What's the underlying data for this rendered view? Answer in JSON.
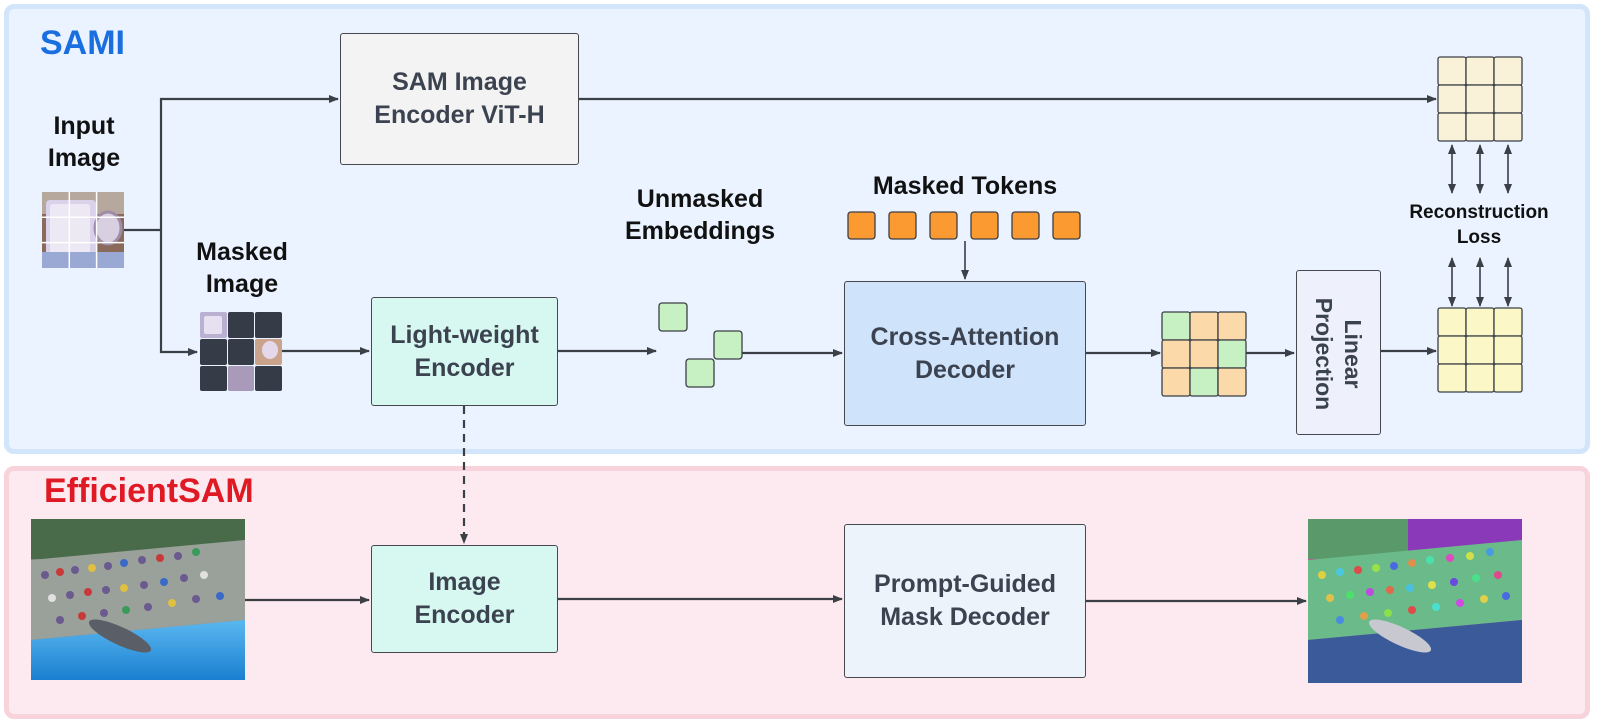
{
  "sections": {
    "sami_title": "SAMI",
    "efficientsam_title": "EfficientSAM"
  },
  "labels": {
    "input_image": "Input\nImage",
    "masked_image": "Masked\nImage",
    "unmasked_embeddings": "Unmasked\nEmbeddings",
    "masked_tokens": "Masked Tokens",
    "reconstruction_loss": "Reconstruction\nLoss"
  },
  "boxes": {
    "sam_encoder": "SAM Image\nEncoder ViT-H",
    "lightweight_encoder": "Light-weight\nEncoder",
    "cross_attention_decoder": "Cross-Attention\nDecoder",
    "linear_projection": "Linear\nProjection",
    "image_encoder": "Image\nEncoder",
    "prompt_guided_decoder": "Prompt-Guided\nMask Decoder"
  },
  "colors": {
    "sami_blue": "#1a6fe0",
    "efficientsam_red": "#e01a24",
    "token_orange": "#fb9a30",
    "embedding_green": "#c8f1c3",
    "feature_cream": "#faf2d8",
    "projected_yellow": "#fbf7c6",
    "masked_dark": "#363c47",
    "encoder_mint": "#d7f8f1",
    "decoder_blue": "#cfe3fb"
  }
}
